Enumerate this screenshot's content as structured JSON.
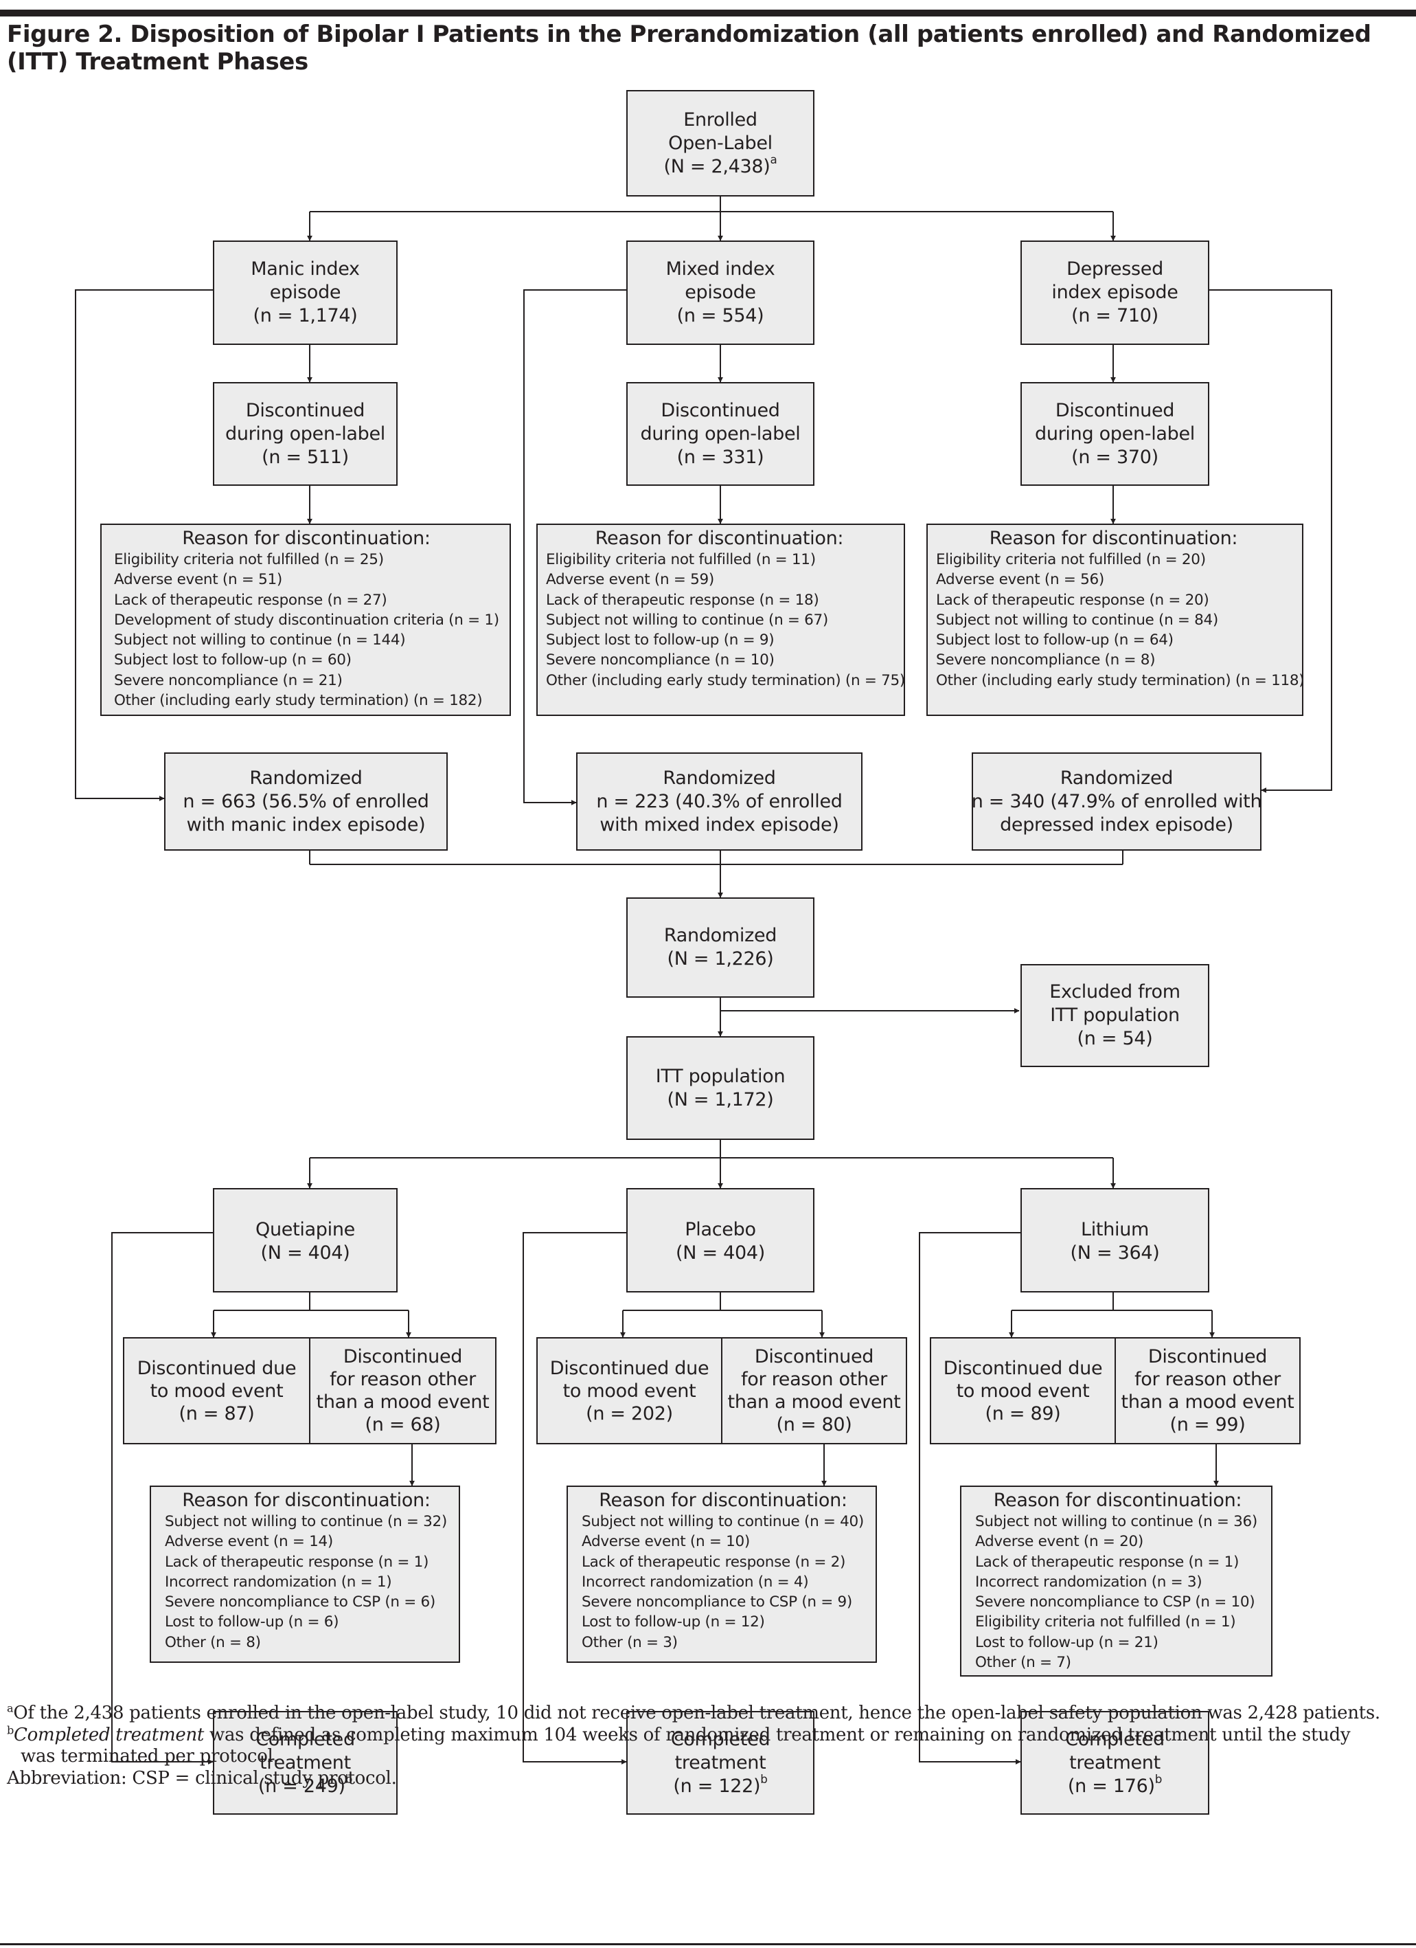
{
  "figure": {
    "title": "Figure 2. Disposition of Bipolar I Patients in the Prerandomization (all patients enrolled) and Randomized (ITT) Treatment Phases"
  },
  "nodes": {
    "enrolled": {
      "lines": [
        "Enrolled",
        "Open-Label",
        "(N = 2,438)"
      ],
      "sup": "a"
    },
    "manic_index": {
      "lines": [
        "Manic index",
        "episode",
        "(n = 1,174)"
      ]
    },
    "mixed_index": {
      "lines": [
        "Mixed index",
        "episode",
        "(n = 554)"
      ]
    },
    "depressed_index": {
      "lines": [
        "Depressed",
        "index episode",
        "(n = 710)"
      ]
    },
    "manic_discontinued": {
      "lines": [
        "Discontinued",
        "during open-label",
        "(n = 511)"
      ]
    },
    "mixed_discontinued": {
      "lines": [
        "Discontinued",
        "during open-label",
        "(n = 331)"
      ]
    },
    "depressed_discontinued": {
      "lines": [
        "Discontinued",
        "during open-label",
        "(n = 370)"
      ]
    },
    "manic_randomized": {
      "lines": [
        "Randomized",
        "n = 663 (56.5% of enrolled",
        "with manic index episode)"
      ]
    },
    "mixed_randomized": {
      "lines": [
        "Randomized",
        "n = 223 (40.3% of enrolled",
        "with mixed index episode)"
      ]
    },
    "depressed_randomized": {
      "lines": [
        "Randomized",
        "n = 340 (47.9% of enrolled with",
        "depressed index episode)"
      ]
    },
    "randomized_total": {
      "lines": [
        "Randomized",
        "(N = 1,226)"
      ]
    },
    "excluded_itt": {
      "lines": [
        "Excluded from",
        "ITT population",
        "(n = 54)"
      ]
    },
    "itt_population": {
      "lines": [
        "ITT population",
        "(N = 1,172)"
      ]
    },
    "quetiapine": {
      "lines": [
        "Quetiapine",
        "(N = 404)"
      ]
    },
    "placebo": {
      "lines": [
        "Placebo",
        "(N = 404)"
      ]
    },
    "lithium": {
      "lines": [
        "Lithium",
        "(N = 364)"
      ]
    },
    "quetiapine_completed": {
      "lines": [
        "Completed",
        "treatment",
        "(n = 249)"
      ],
      "sup": "b"
    },
    "placebo_completed": {
      "lines": [
        "Completed",
        "treatment",
        "(n = 122)"
      ],
      "sup": "b"
    },
    "lithium_completed": {
      "lines": [
        "Completed",
        "treatment",
        "(n = 176)"
      ],
      "sup": "b"
    }
  },
  "splits": {
    "quetiapine": {
      "mood": [
        "Discontinued due",
        "to mood event",
        "(n = 87)"
      ],
      "other": [
        "Discontinued",
        "for reason other",
        "than a mood event",
        "(n = 68)"
      ]
    },
    "placebo": {
      "mood": [
        "Discontinued due",
        "to mood event",
        "(n = 202)"
      ],
      "other": [
        "Discontinued",
        "for reason other",
        "than a mood event",
        "(n = 80)"
      ]
    },
    "lithium": {
      "mood": [
        "Discontinued due",
        "to mood event",
        "(n = 89)"
      ],
      "other": [
        "Discontinued",
        "for reason other",
        "than a mood event",
        "(n = 99)"
      ]
    }
  },
  "reasons": {
    "manic": {
      "heading": "Reason for discontinuation:",
      "items": [
        "Eligibility criteria not fulfilled (n = 25)",
        "Adverse event (n = 51)",
        "Lack of therapeutic response (n = 27)",
        "Development of study discontinuation criteria (n = 1)",
        "Subject not willing to continue (n = 144)",
        "Subject lost to follow-up (n = 60)",
        "Severe noncompliance (n = 21)",
        "Other (including early study termination) (n = 182)"
      ]
    },
    "mixed": {
      "heading": "Reason for discontinuation:",
      "items": [
        "Eligibility criteria not fulfilled (n = 11)",
        "Adverse event (n = 59)",
        "Lack of therapeutic response (n = 18)",
        "Subject not willing to continue (n = 67)",
        "Subject lost to follow-up (n = 9)",
        "Severe noncompliance (n = 10)",
        "Other (including early study termination) (n = 75)"
      ]
    },
    "depressed": {
      "heading": "Reason for discontinuation:",
      "items": [
        "Eligibility criteria not fulfilled (n = 20)",
        "Adverse event (n = 56)",
        "Lack of therapeutic response (n = 20)",
        "Subject not willing to continue (n = 84)",
        "Subject lost to follow-up (n = 64)",
        "Severe noncompliance (n = 8)",
        "Other (including early study termination) (n = 118)"
      ]
    },
    "quetiapine": {
      "heading": "Reason for discontinuation:",
      "items": [
        "Subject not willing to continue (n = 32)",
        "Adverse event (n = 14)",
        "Lack of therapeutic response (n = 1)",
        "Incorrect randomization (n = 1)",
        "Severe noncompliance to CSP (n = 6)",
        "Lost to follow-up (n = 6)",
        "Other (n = 8)"
      ]
    },
    "placebo": {
      "heading": "Reason for discontinuation:",
      "items": [
        "Subject not willing to continue (n = 40)",
        "Adverse event (n = 10)",
        "Lack of therapeutic response (n = 2)",
        "Incorrect randomization (n = 4)",
        "Severe noncompliance to CSP (n = 9)",
        "Lost to follow-up (n = 12)",
        "Other (n = 3)"
      ]
    },
    "lithium": {
      "heading": "Reason for discontinuation:",
      "items": [
        "Subject not willing to continue (n = 36)",
        "Adverse event (n = 20)",
        "Lack of therapeutic response (n = 1)",
        "Incorrect randomization (n = 3)",
        "Severe noncompliance to CSP (n = 10)",
        "Eligibility criteria not fulfilled (n = 1)",
        "Lost to follow-up (n = 21)",
        "Other (n = 7)"
      ]
    }
  },
  "footnotes": {
    "a_marker": "a",
    "a_text": "Of the 2,438 patients enrolled in the open-label study, 10 did not receive open-label treatment, hence the open-label safety population was 2,428 patients.",
    "b_marker": "b",
    "b_term": "Completed treatment",
    "b_text_1": " was defined as completing maximum 104 weeks of randomized treatment or remaining on randomized treatment until the study",
    "b_text_2": "was terminated per protocol.",
    "abbreviation": "Abbreviation: CSP = clinical study protocol."
  }
}
